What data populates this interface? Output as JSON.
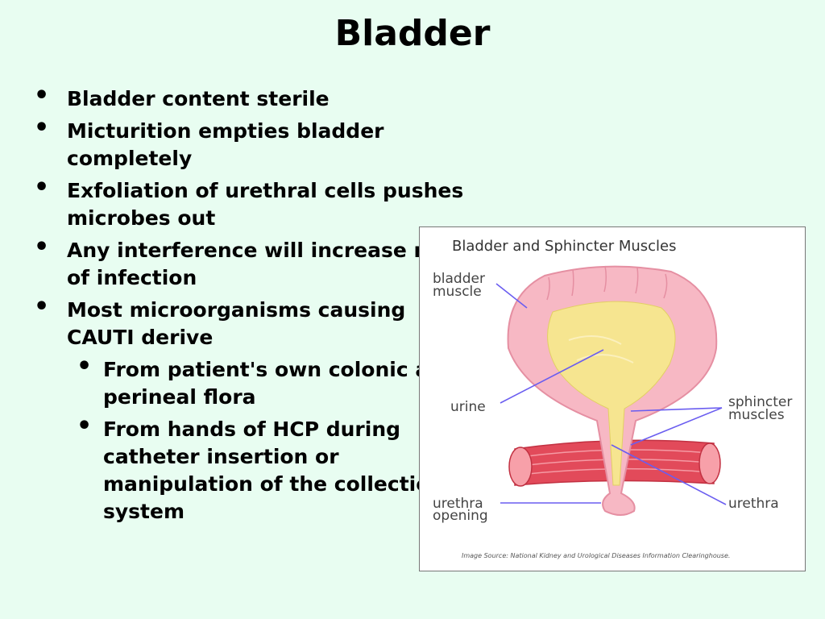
{
  "slide": {
    "title": "Bladder",
    "bullets": [
      "Bladder content sterile",
      "Micturition empties bladder completely",
      "Exfoliation of urethral cells pushes microbes out",
      "Any interference will increase risk of infection",
      "Most microorganisms causing CAUTI derive"
    ],
    "sub_bullets": [
      "From patient's own colonic and perineal flora",
      "From hands of HCP during catheter insertion or manipulation of the collection system"
    ]
  },
  "figure": {
    "title": "Bladder and Sphincter Muscles",
    "labels": {
      "bladder_muscle_1": "bladder",
      "bladder_muscle_2": "muscle",
      "urine": "urine",
      "sphincter_1": "sphincter",
      "sphincter_2": "muscles",
      "urethra": "urethra",
      "urethra_opening_1": "urethra",
      "urethra_opening_2": "opening"
    },
    "source": "Image Source: National Kidney and Urological Diseases Information Clearinghouse.",
    "colors": {
      "bladder_wall": "#f7b8c4",
      "urine": "#f6e590",
      "muscle": "#e24a5a",
      "pointer": "#6a5df0"
    }
  }
}
